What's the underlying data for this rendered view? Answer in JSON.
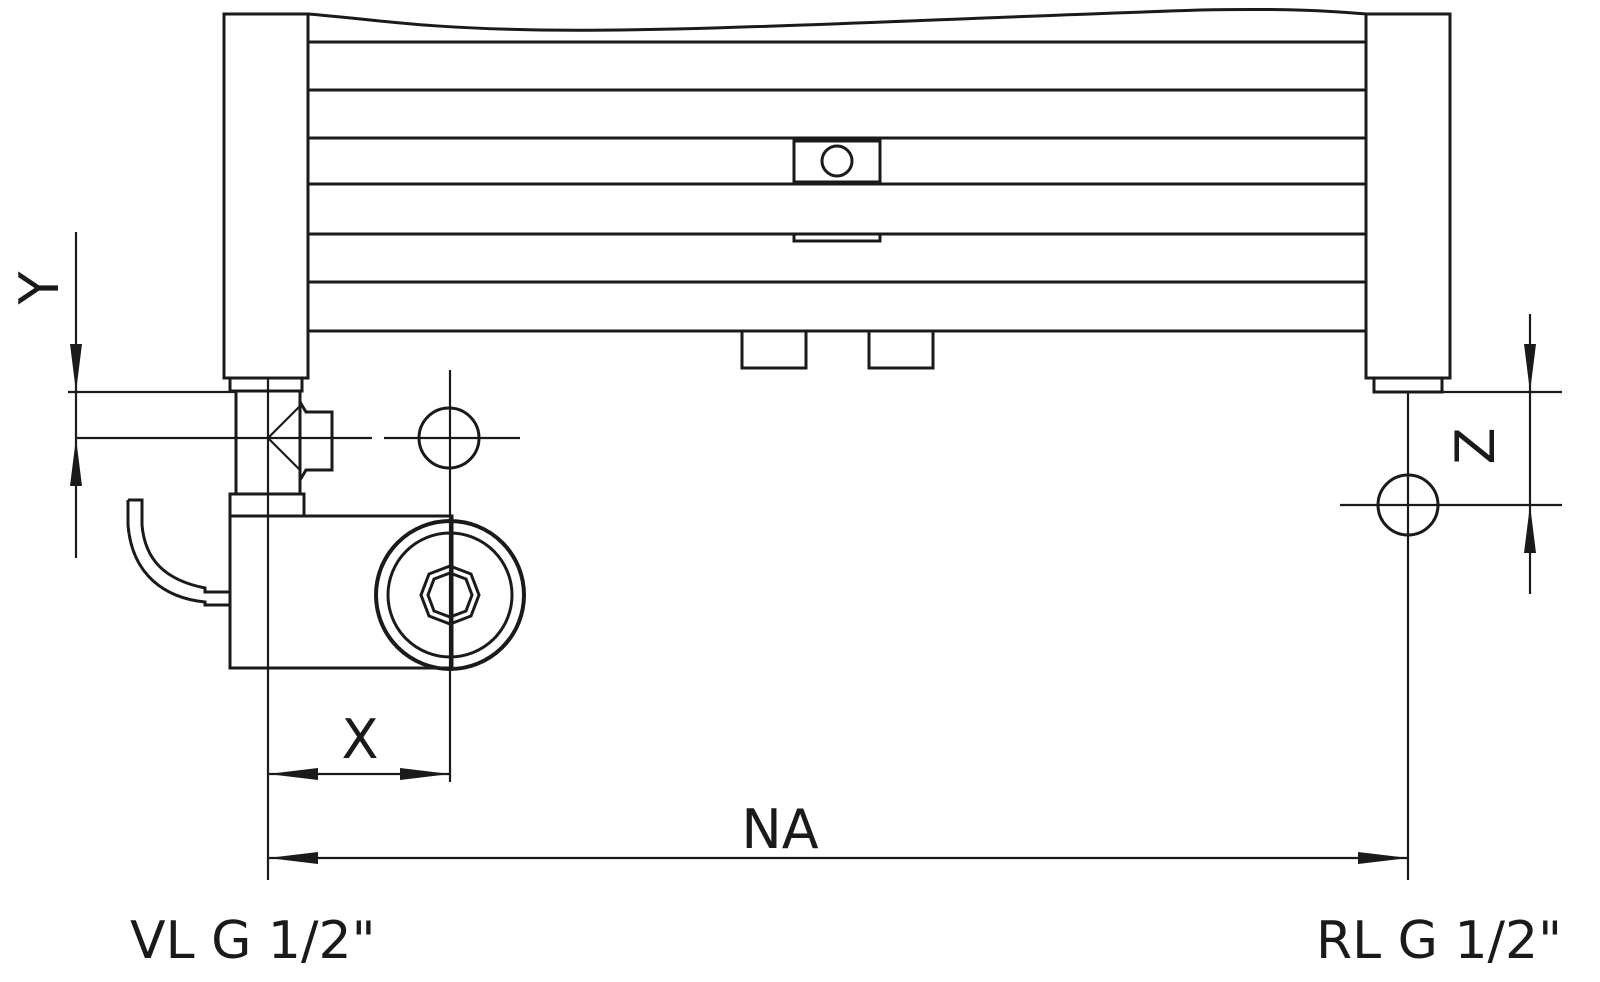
{
  "diagram": {
    "dimensions": {
      "y_label": "Y",
      "x_label": "X",
      "na_label": "NA",
      "z_label": "Z"
    },
    "connections": {
      "flow_label": "VL G 1/2\"",
      "return_label": "RL G 1/2\""
    }
  }
}
